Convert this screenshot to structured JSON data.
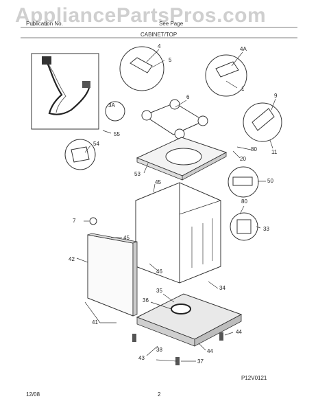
{
  "watermark": "AppliancePartsPros.com",
  "header": {
    "left": "Publication No.",
    "right": "See Page",
    "section": "CABINET/TOP"
  },
  "callouts": [
    "4",
    "5",
    "4A",
    "1",
    "6",
    "3A",
    "9",
    "55",
    "54",
    "80",
    "11",
    "20",
    "53",
    "45",
    "50",
    "7",
    "45",
    "80",
    "33",
    "42",
    "46",
    "34",
    "35",
    "36",
    "41",
    "44",
    "43",
    "38",
    "44",
    "37"
  ],
  "code": "P12V0121",
  "footer": {
    "date": "12/08",
    "page": "2"
  }
}
